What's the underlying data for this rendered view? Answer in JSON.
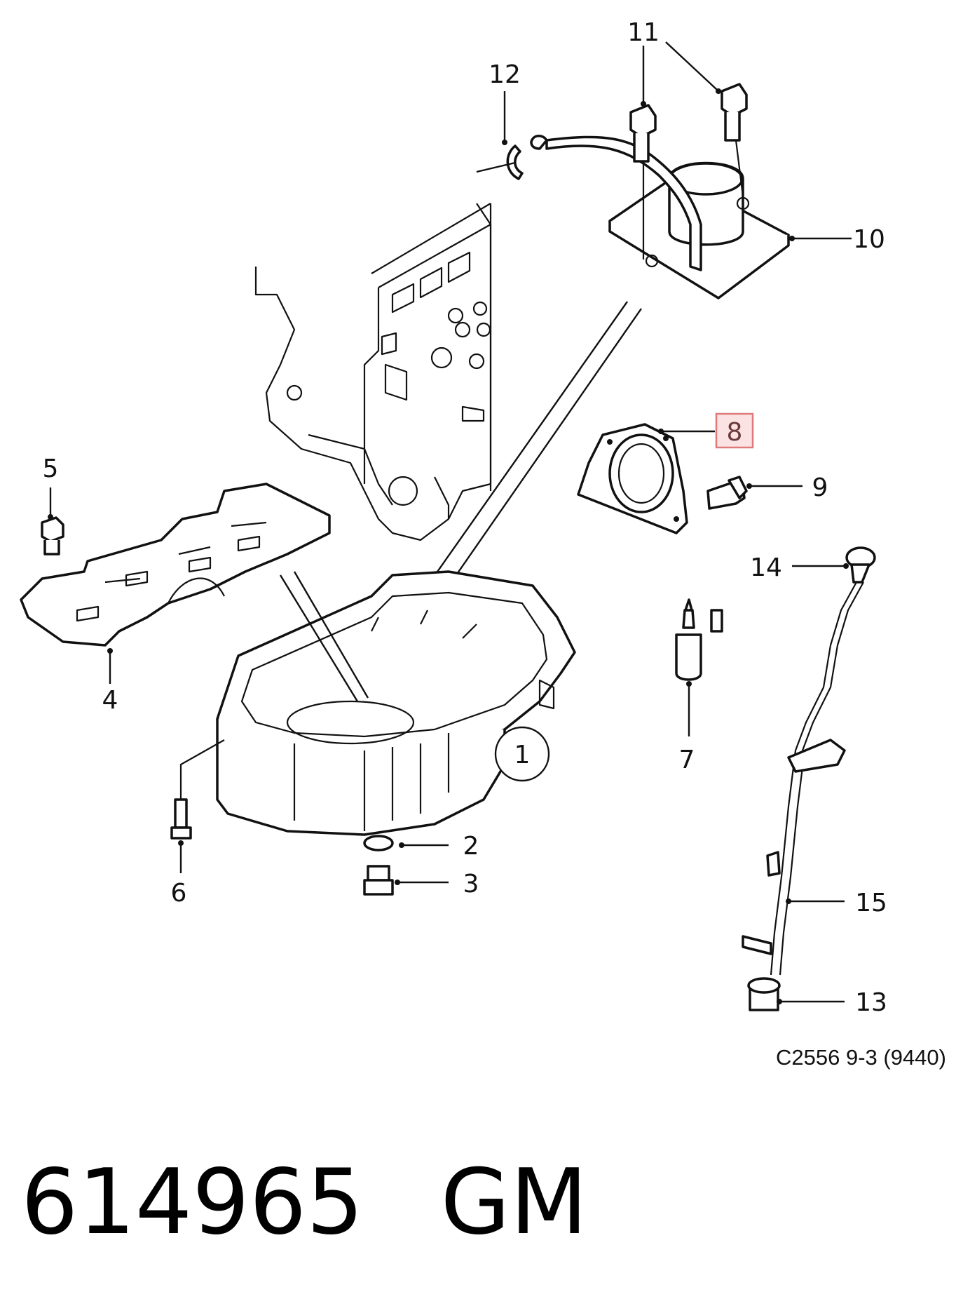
{
  "diagram": {
    "callouts": [
      {
        "id": "c1",
        "text": "1"
      },
      {
        "id": "c2",
        "text": "2"
      },
      {
        "id": "c3",
        "text": "3"
      },
      {
        "id": "c4",
        "text": "4"
      },
      {
        "id": "c5",
        "text": "5"
      },
      {
        "id": "c6",
        "text": "6"
      },
      {
        "id": "c7",
        "text": "7"
      },
      {
        "id": "c8",
        "text": "8",
        "highlighted": true
      },
      {
        "id": "c9",
        "text": "9"
      },
      {
        "id": "c10",
        "text": "10"
      },
      {
        "id": "c11",
        "text": "11"
      },
      {
        "id": "c12",
        "text": "12"
      },
      {
        "id": "c13",
        "text": "13"
      },
      {
        "id": "c14",
        "text": "14"
      },
      {
        "id": "c15",
        "text": "15"
      }
    ],
    "reference_code": "C2556 9-3 (9440)",
    "highlight_color": "#fbe3e3",
    "highlight_border": "#e07a7a"
  },
  "footer": {
    "part_number": "614965",
    "brand": "GM"
  }
}
